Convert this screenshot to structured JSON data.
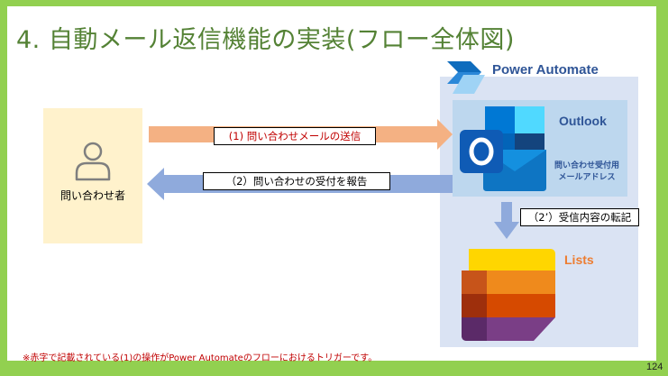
{
  "slide": {
    "title": "4. 自動メール返信機能の実装(フロー全体図)",
    "page_number": "124",
    "footnote": "※赤字で記載されている(1)の操作がPower Automateのフローにおけるトリガーです。"
  },
  "requester": {
    "label": "問い合わせ者",
    "icon": "person-icon"
  },
  "power_automate": {
    "title": "Power Automate",
    "icon": "power-automate-icon"
  },
  "outlook": {
    "title": "Outlook",
    "subtitle_line1": "問い合わせ受付用",
    "subtitle_line2": "メールアドレス",
    "icon": "outlook-icon"
  },
  "lists": {
    "title": "Lists",
    "icon": "lists-icon"
  },
  "arrows": {
    "step1": "(1) 問い合わせメールの送信",
    "step2": "（2）問い合わせの受付を報告",
    "step3": "（2’）受信内容の転記"
  },
  "colors": {
    "frame": "#92d050",
    "title_text": "#548235",
    "arrow_orange": "#f4b183",
    "arrow_blue": "#8faadc",
    "requester_fill": "#fff2cc",
    "pa_fill": "#dae3f3",
    "outlook_fill": "#bdd7ee",
    "trigger_text": "#c00000"
  }
}
